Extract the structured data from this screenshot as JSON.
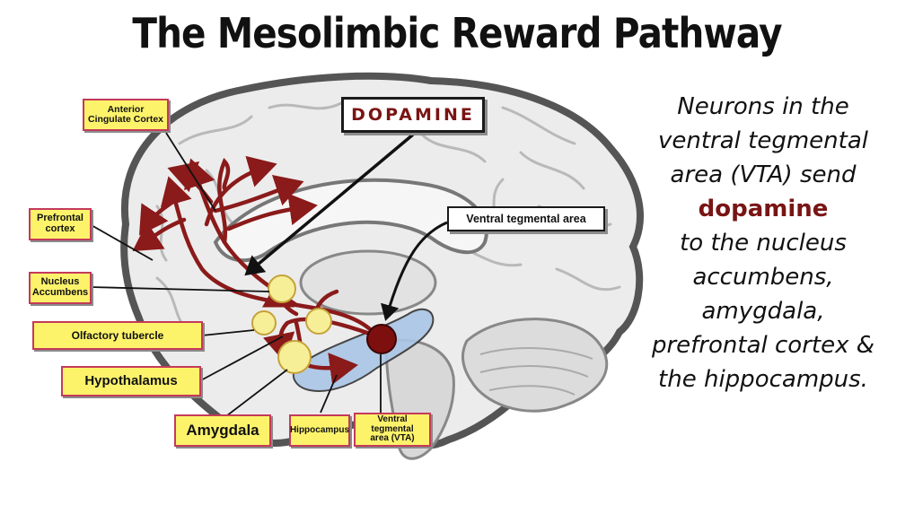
{
  "title": "The Mesolimbic Reward Pathway",
  "callouts": {
    "dopamine": "DOPAMINE",
    "ventral_tegmental_area": "Ventral  tegmental  area"
  },
  "labels": {
    "anterior_cingulate_line1": "Anterior",
    "anterior_cingulate_line2": "Cingulate Cortex",
    "prefrontal_line1": "Prefrontal",
    "prefrontal_line2": "cortex",
    "nucleus_line1": "Nucleus",
    "nucleus_line2": "Accumbens",
    "olfactory": "Olfactory tubercle",
    "hypothalamus": "Hypothalamus",
    "amygdala": "Amygdala",
    "hippocampus": "Hippocampus",
    "vta_line1": "Ventral tegmental",
    "vta_line2": "area  (VTA)"
  },
  "side_text": {
    "line1": "Neurons in the",
    "line2": "ventral tegmental",
    "line3": "area (VTA) send",
    "highlight": "dopamine",
    "line4": "to the nucleus",
    "line5": "accumbens,",
    "line6": "amygdala,",
    "line7": "prefrontal cortex &",
    "line8": "the hippocampus."
  },
  "colors": {
    "pathway": "#8b1a1a",
    "label_fill": "#fdf36b",
    "label_border": "#c43a5a",
    "highlight_text": "#7a1414",
    "nucleus_fill": "#f7ef97",
    "vta_fill": "#7d0f0f",
    "hippocampus_fill": "#a9c6e6"
  }
}
